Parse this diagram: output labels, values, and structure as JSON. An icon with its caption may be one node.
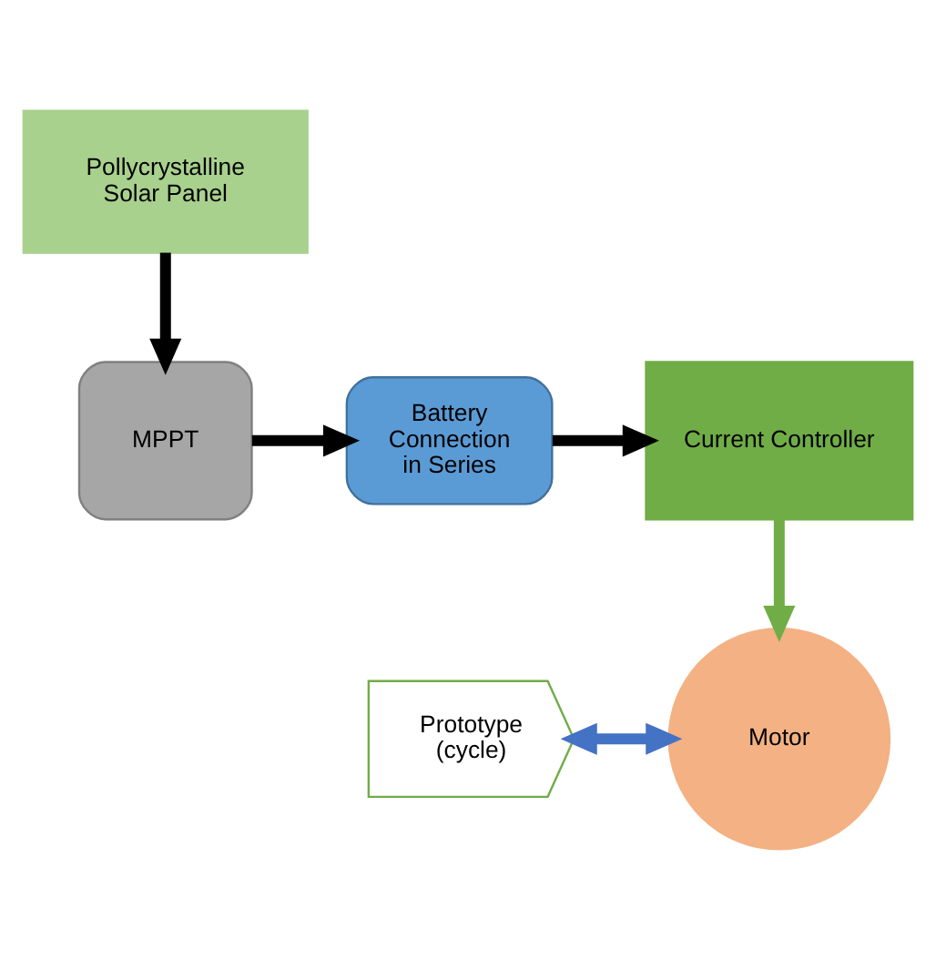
{
  "diagram": {
    "nodes": [
      {
        "text": [
          "Pollycrystalline Solar Panel"
        ]
      },
      {
        "text": [
          "MPPT"
        ]
      },
      {
        "text": [
          "Battery Connection in Series"
        ]
      },
      {
        "text": [
          "Current Controller"
        ]
      },
      {
        "text": [
          "Motor"
        ]
      },
      {
        "text": [
          "Prototype (cycle)"
        ]
      }
    ],
    "edges": [
      {
        "from": 0,
        "to": 1,
        "arrow": "to"
      },
      {
        "from": 1,
        "to": 2,
        "arrow": "to"
      },
      {
        "from": 2,
        "to": 3,
        "arrow": "to"
      },
      {
        "from": 3,
        "to": 4,
        "arrow": "to",
        "color": "#70ad47"
      },
      {
        "from": 5,
        "to": 4,
        "arrow": "both",
        "color": "#4472c4"
      }
    ]
  }
}
